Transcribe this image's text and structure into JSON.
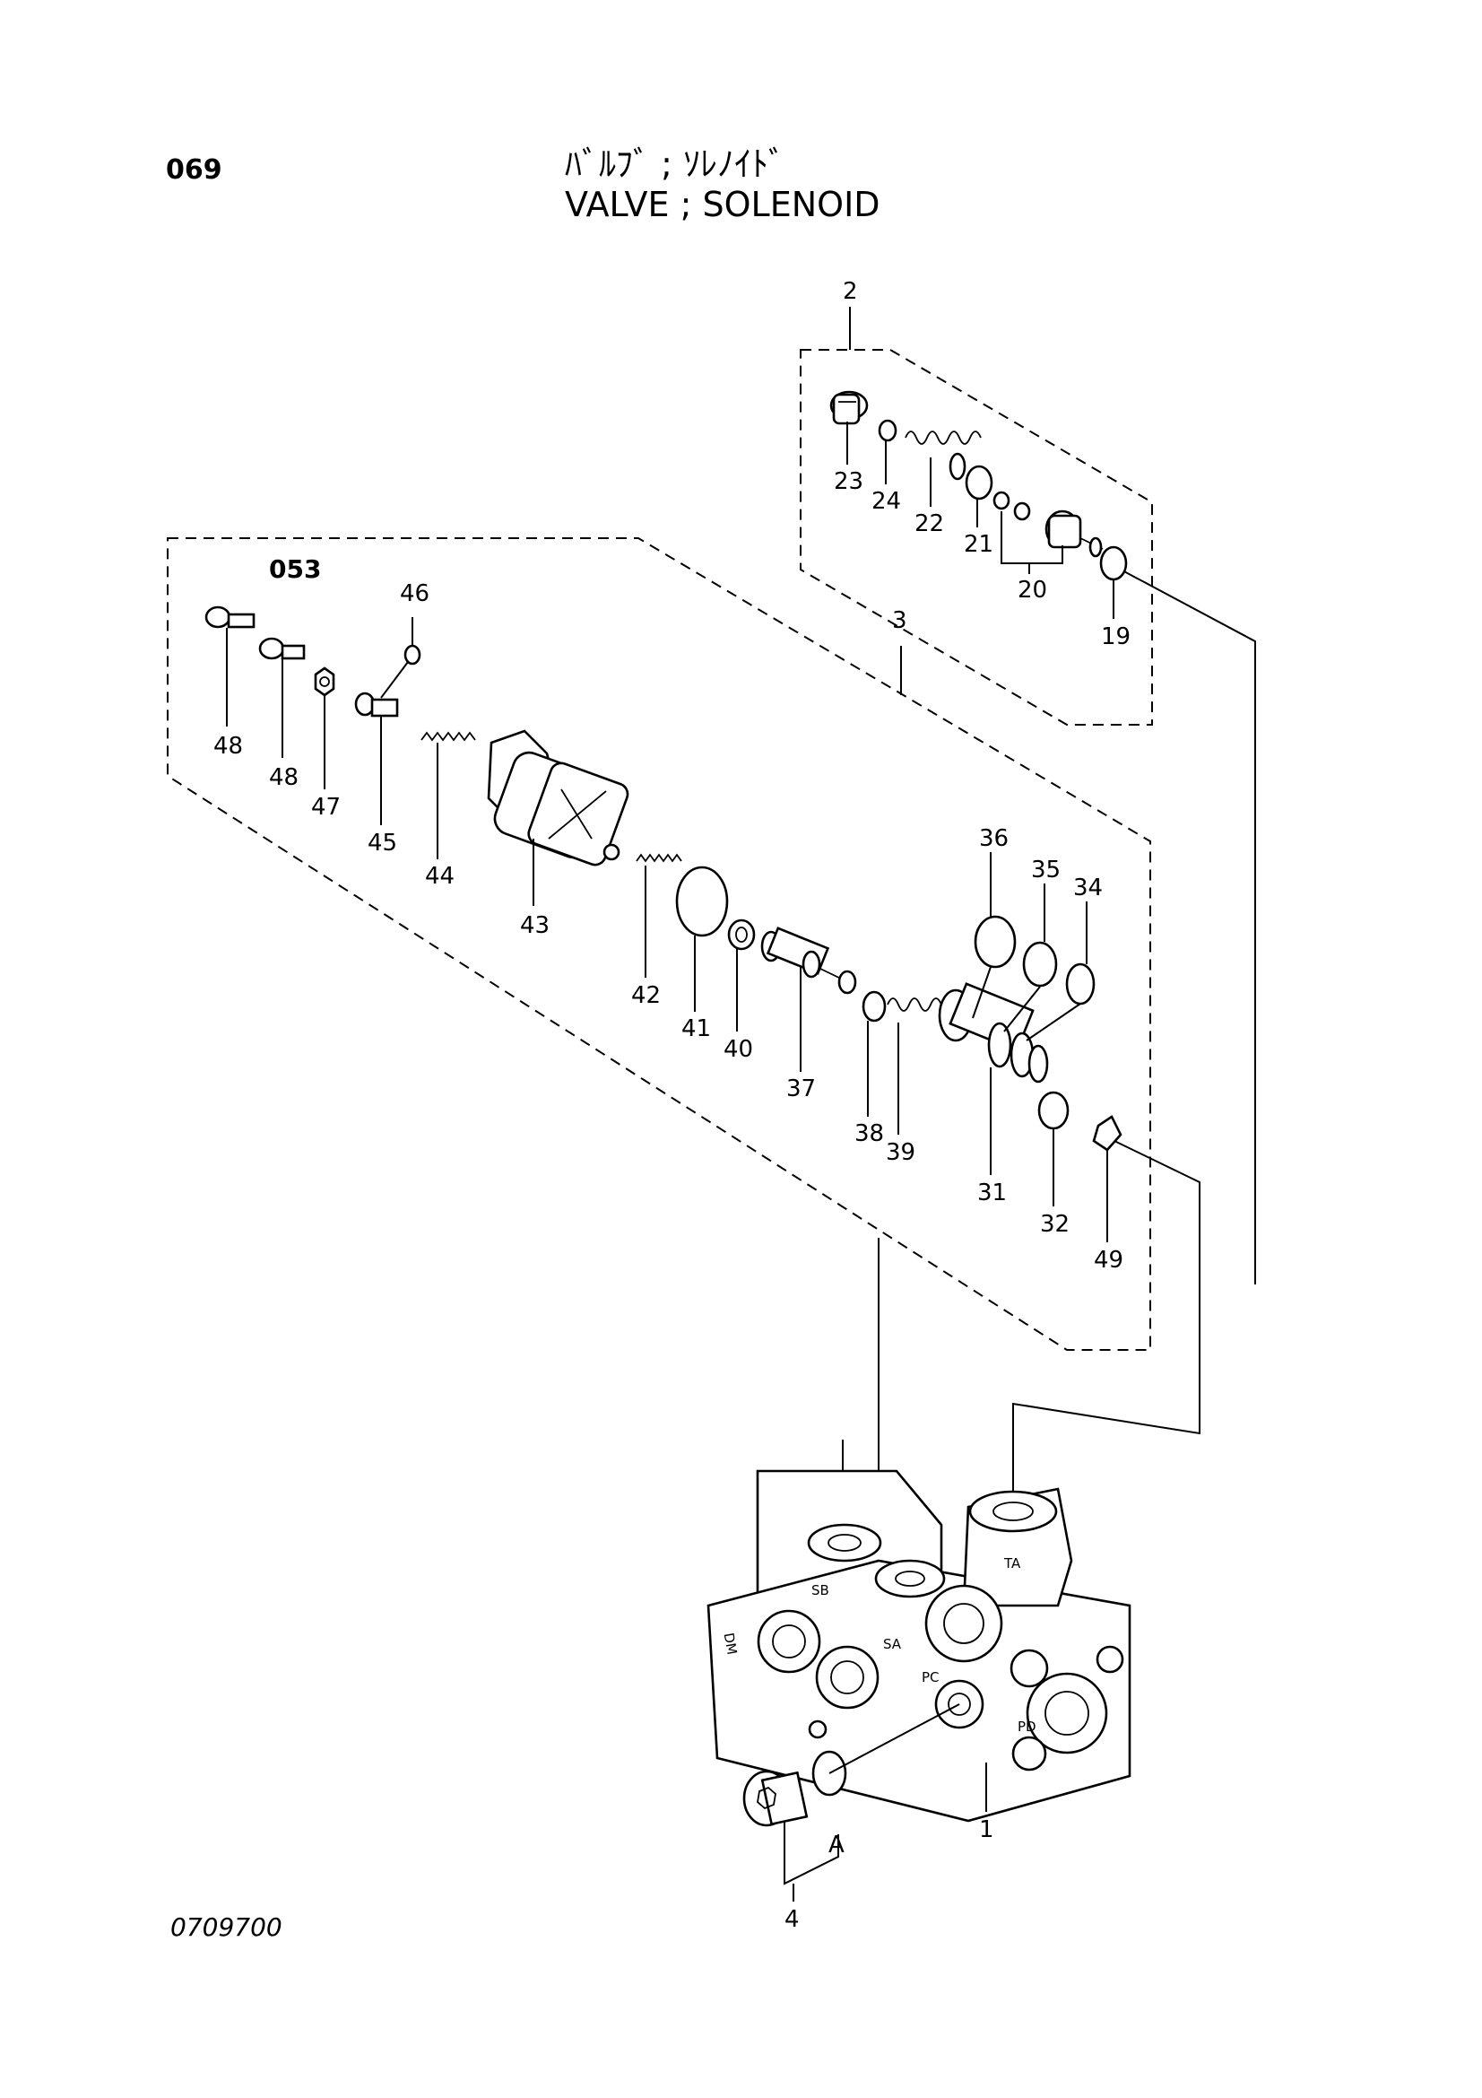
{
  "header": {
    "page_number": "069",
    "title_jp": "ﾊﾞﾙﾌﾞ ; ｿﾚﾉｲﾄﾞ",
    "title_en": "VALVE ; SOLENOID"
  },
  "subassembly_label": "053",
  "drawing_number": "0709700",
  "callouts": {
    "p1": "1",
    "p2": "2",
    "p3": "3",
    "p4": "4",
    "p19": "19",
    "p20": "20",
    "p21": "21",
    "p22": "22",
    "p23": "23",
    "p24": "24",
    "p31": "31",
    "p32": "32",
    "p34": "34",
    "p35": "35",
    "p36": "36",
    "p37": "37",
    "p38": "38",
    "p39": "39",
    "p40": "40",
    "p41": "41",
    "p42": "42",
    "p43": "43",
    "p44": "44",
    "p45": "45",
    "p46": "46",
    "p47": "47",
    "p48a": "48",
    "p48b": "48",
    "p49": "49",
    "pA": "A"
  },
  "port_labels": {
    "sb": "SB",
    "sa": "SA",
    "ta": "TA",
    "pc": "PC",
    "pd": "PD",
    "dm": "DM"
  }
}
